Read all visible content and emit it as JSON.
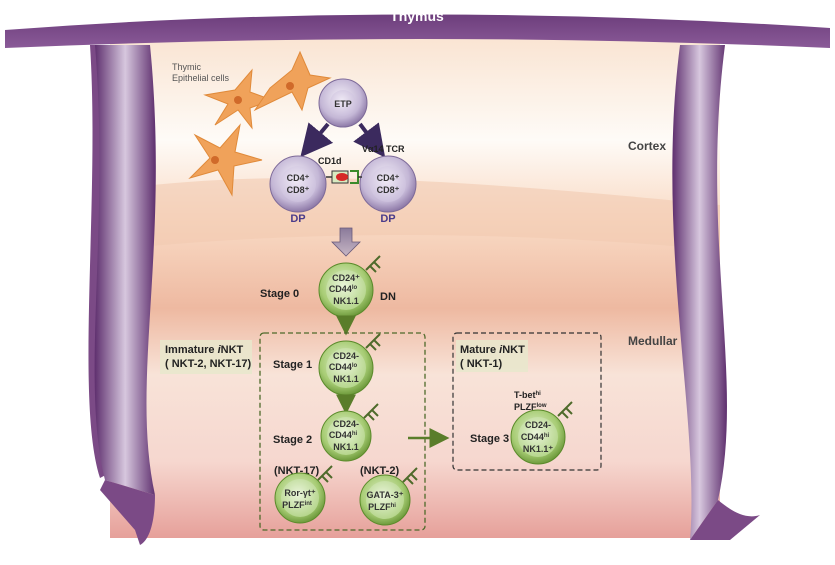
{
  "title": "Thymus",
  "regions": {
    "cortex": "Cortex",
    "medullar": "Medullar"
  },
  "tec_label": {
    "line1": "Thymic",
    "line2": "Epithelial cells"
  },
  "etp": "ETP",
  "dp": {
    "left": {
      "line1": "CD4⁺",
      "line2": "CD8⁺",
      "label": "DP"
    },
    "right": {
      "line1": "CD4⁺",
      "line2": "CD8⁺",
      "label": "DP"
    },
    "cd1d": "CD1d",
    "tcr": "Vα14 TCR"
  },
  "stage0": {
    "label": "Stage 0",
    "line1": "CD24⁺",
    "line2": "CD44",
    "line2_sup": "lo",
    "line3": "NK1.1",
    "tag": "DN"
  },
  "immature_box": {
    "line1": "Immature ",
    "line1_i": "i",
    "line1_end": "NKT",
    "line2": "( NKT-2, NKT-17)"
  },
  "stage1": {
    "label": "Stage 1",
    "line1": "CD24-",
    "line2": "CD44",
    "line2_sup": "lo",
    "line3": "NK1.1"
  },
  "stage2": {
    "label": "Stage 2",
    "line1": "CD24-",
    "line2": "CD44",
    "line2_sup": "hi",
    "line3": "NK1.1"
  },
  "nkt17": {
    "label": "(NKT-17)",
    "line1": "Ror-γt⁺",
    "line2": "PLZF",
    "line2_sup": "int"
  },
  "nkt2": {
    "label": "(NKT-2)",
    "line1": "GATA-3⁺",
    "line2": "PLZF",
    "line2_sup": "hi"
  },
  "mature_box": {
    "line1": "Mature ",
    "line1_i": "i",
    "line1_end": "NKT",
    "line2": "( NKT-1)"
  },
  "stage3": {
    "label": "Stage 3",
    "line1": "CD24-",
    "line2": "CD44",
    "line2_sup": "hi",
    "line3": "NK1.1⁺",
    "tbet": "T-bet",
    "tbet_sup": "hi",
    "plzf": "PLZF",
    "plzf_sup": "low"
  },
  "colors": {
    "frame": "#7b4a86",
    "cell_green": "#9ac36a",
    "cell_purple": "#b8a9cc",
    "box_border": "#4e6a2a",
    "arrow_dark": "#3b2a5e",
    "arrow_green": "#5a7d2a",
    "tec": "#f0a25a"
  }
}
